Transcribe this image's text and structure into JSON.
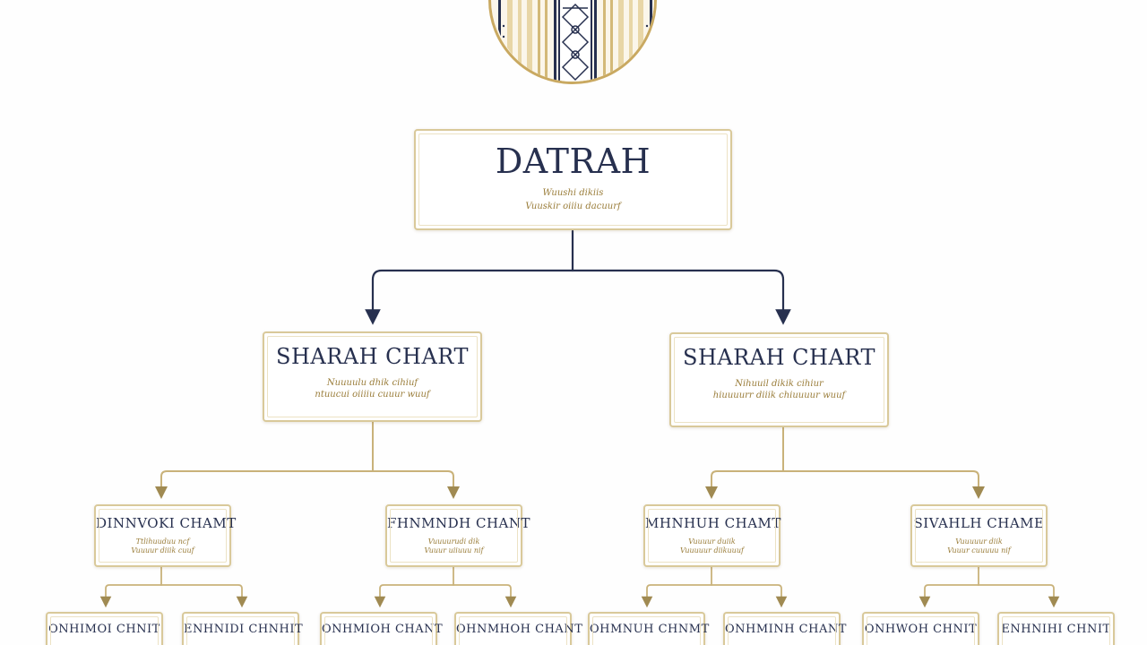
{
  "chart": {
    "root": {
      "title": "DATRAH",
      "lines": [
        "Wuushi dikiis",
        "Vuuskir oiiiu dacuurf"
      ]
    },
    "level1": [
      {
        "title": "SHARAH CHART",
        "lines": [
          "Nuuuulu dhik cihiuf",
          "ntuucui oiiiiu cuuur wuuf"
        ]
      },
      {
        "title": "SHARAH CHART",
        "lines": [
          "Nihuuil dikik cihiur",
          "hiuuuurr diiik chiuuuur wuuf"
        ]
      }
    ],
    "level2": [
      {
        "title": "DINNVOKI CHAMT",
        "lines": [
          "Ttlihuuduu ncf",
          "Vuuuur diiik cuuf"
        ]
      },
      {
        "title": "FHNMNDH CHANT",
        "lines": [
          "Vuuuurudi dik",
          "Vuuur uiiuuu nif"
        ]
      },
      {
        "title": "MHNHUH CHAMT",
        "lines": [
          "Vuuuur duiik",
          "Vuuuuur diikuuuf"
        ]
      },
      {
        "title": "SIVAHLH CHAME",
        "lines": [
          "Vuuuuur diik",
          "Vuuur cuuuuu nif"
        ]
      }
    ],
    "level3": [
      {
        "title": "ONHIMOI CHNIT"
      },
      {
        "title": "ENHNIDI CHNHIT"
      },
      {
        "title": "ONHMIOH CHANT"
      },
      {
        "title": "OHNMHOH CHANT"
      },
      {
        "title": "OHMNUH CHNMT"
      },
      {
        "title": "ONHMINH CHANT"
      },
      {
        "title": "ONHWOH CHNIT"
      },
      {
        "title": "ENHNIHI CHNIT"
      }
    ]
  },
  "colors": {
    "navy": "#27304f",
    "gold": "#c9a961",
    "gold_light": "#d9c99a"
  }
}
